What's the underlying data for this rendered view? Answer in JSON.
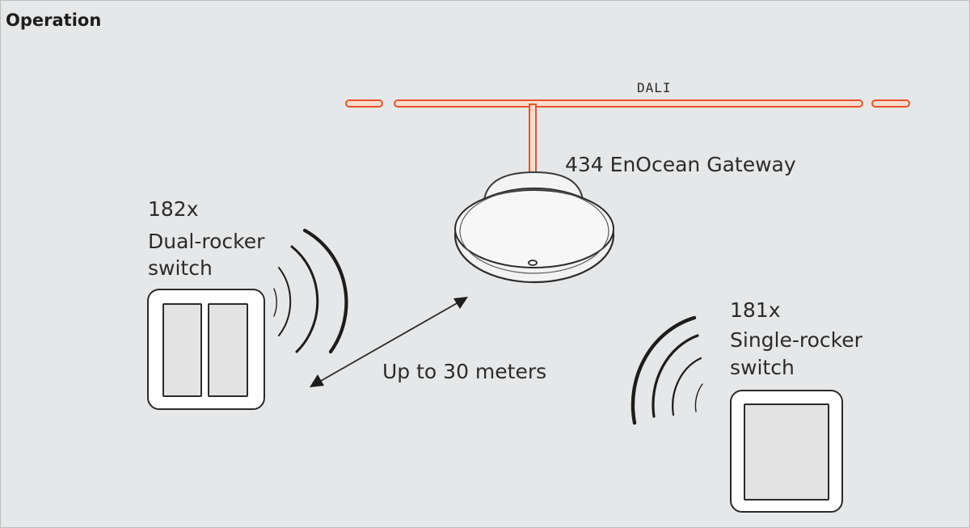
{
  "heading": "Operation",
  "bus_label": "DALI",
  "gateway_label": "434 EnOcean Gateway",
  "range_label": "Up to 30 meters",
  "dual_switch": {
    "line1": "182x",
    "line2": "Dual-rocker",
    "line3": "switch"
  },
  "single_switch": {
    "line1": "181x",
    "line2": "Single-rocker",
    "line3": "switch"
  },
  "colors": {
    "background": "#e6e7e8",
    "bus_orange": "#e8542a",
    "bus_fill": "#f9dccf",
    "text": "#2b2b2b",
    "switch_frame": "#ffffff",
    "switch_rocker": "#e3e3e3"
  }
}
